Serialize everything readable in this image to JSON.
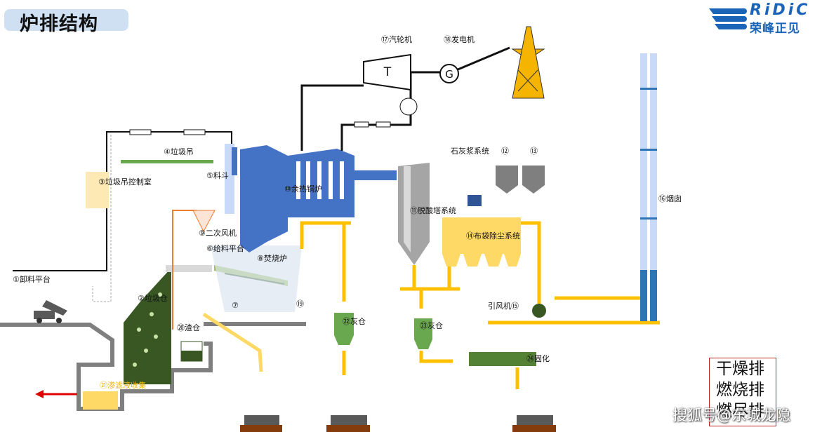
{
  "title": "炉排结构",
  "logo": {
    "word": "RiDiC",
    "cn": "荣峰正见"
  },
  "labels": {
    "l1": "①卸料平台",
    "l2": "②垃圾仓",
    "l3": "③垃圾吊控制室",
    "l4": "④垃圾吊",
    "l5": "⑤料斗",
    "l6": "⑥给料平台",
    "l7": "⑦",
    "l8": "⑧焚烧炉",
    "l9": "⑨二次风机",
    "l10": "⑩余热锅炉",
    "l11": "⑪脱酸塔系统",
    "l12": "石灰浆系统",
    "l12n": "⑫",
    "l13": "⑬",
    "l14": "⑭布袋除尘系统",
    "l15": "引风机⑮",
    "l16": "⑯烟囱",
    "l17": "⑰汽轮机",
    "l18": "⑱发电机",
    "l19": "⑲",
    "l20": "⑳渣仓",
    "l21": "㉑渗滤液收集",
    "l22": "㉒灰仓",
    "l23": "㉓灰仓",
    "l24": "㉔固化",
    "turbine": "T",
    "generator": "G"
  },
  "legend": [
    "干燥排",
    "燃烧排",
    "燃尽排"
  ],
  "watermark": "搜狐号@东城龙隐",
  "colors": {
    "boiler": "#4472c4",
    "ash_line": "#ffc000",
    "pit": "#385723",
    "ground": "#7f7f7f",
    "chimney": "#4f81bd",
    "tower": "#f5b400",
    "baghouse": "#ffd966",
    "arrow_red": "#e00000"
  }
}
